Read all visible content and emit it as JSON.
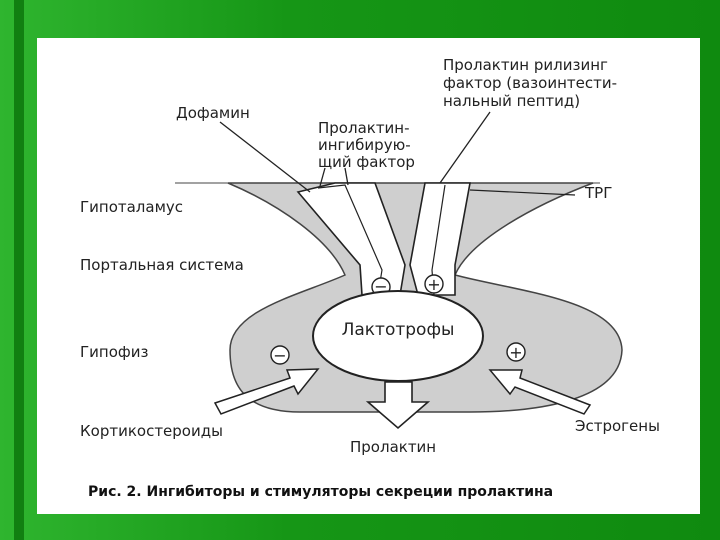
{
  "labels": {
    "dopamine": "Дофамин",
    "prl_inhibiting": [
      "Пролактин-",
      "ингибирую-",
      "щий фактор"
    ],
    "prl_releasing": [
      "Пролактин рилизинг",
      "фактор (вазоинтести-",
      "нальный пептид)"
    ],
    "trh": "ТРГ",
    "hypothalamus": "Гипоталамус",
    "portal": "Портальная система",
    "pituitary": "Гипофиз",
    "lactotrophs": "Лактотрофы",
    "corticosteroids": "Кортикостероиды",
    "estrogens": "Эстрогены",
    "prolactin": "Пролактин",
    "minus": "−",
    "plus": "+"
  },
  "caption": "Рис. 2. Ингибиторы и стимуляторы секреции пролактина",
  "colors": {
    "background": "#1f9a1f",
    "panel": "#ffffff",
    "shade": "#cfcfcf",
    "line": "#222222"
  }
}
